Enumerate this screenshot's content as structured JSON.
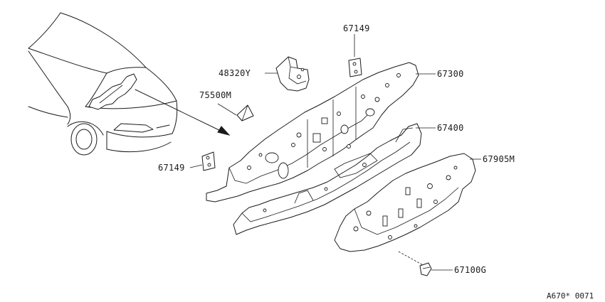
{
  "part_labels": {
    "p67149_top": "67149",
    "p48320Y": "48320Y",
    "p67300": "67300",
    "p75500M": "75500M",
    "p67400": "67400",
    "p67905M": "67905M",
    "p67149_left": "67149",
    "p67100G": "67100G"
  },
  "diagram_code": "A670* 0071",
  "colors": {
    "ink": "#1a1a1a",
    "paper": "#ffffff"
  }
}
